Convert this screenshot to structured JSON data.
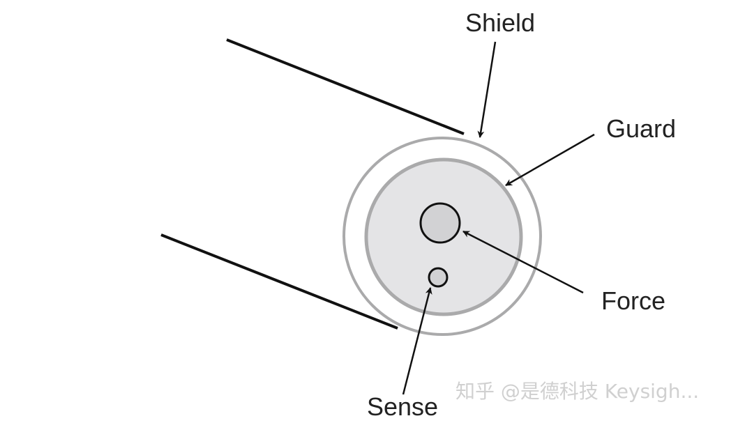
{
  "labels": {
    "shield": "Shield",
    "guard": "Guard",
    "force": "Force",
    "sense": "Sense"
  },
  "watermark": "知乎 @是德科技 Keysigh...",
  "colors": {
    "lines": "#111111",
    "rings": "#aaaaab",
    "guard_fill": "#e4e4e6",
    "conductor_fill": "#d2d2d4"
  }
}
